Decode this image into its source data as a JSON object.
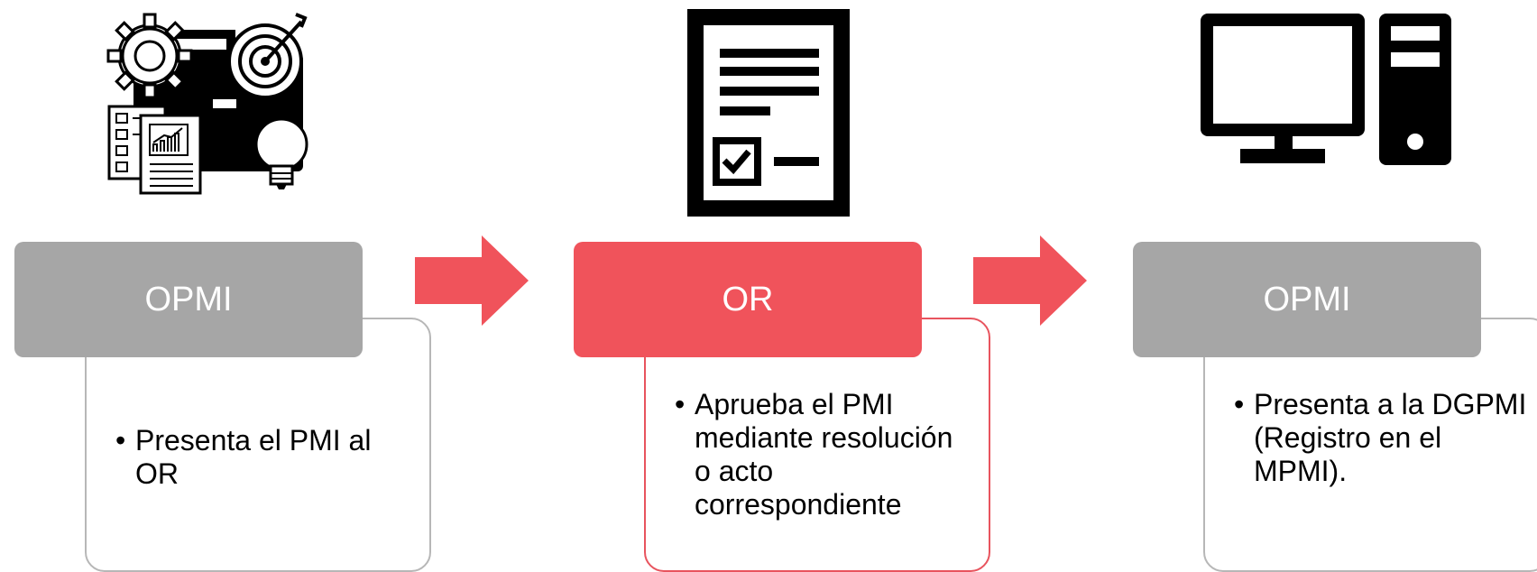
{
  "colors": {
    "accent": "#f0535b",
    "neutral_header": "#a6a6a6",
    "neutral_border": "#b7b7b7",
    "accent_border": "#e8545e"
  },
  "steps": [
    {
      "icon": "strategy-briefcase-icon",
      "header": "OPMI",
      "bullets": [
        "Presenta el PMI al OR"
      ]
    },
    {
      "icon": "document-checklist-icon",
      "header": "OR",
      "bullets": [
        "Aprueba  el PMI mediante resolución o acto correspondiente"
      ]
    },
    {
      "icon": "desktop-computer-icon",
      "header": "OPMI",
      "bullets": [
        "Presenta a la DGPMI (Registro en el MPMI)."
      ]
    }
  ]
}
